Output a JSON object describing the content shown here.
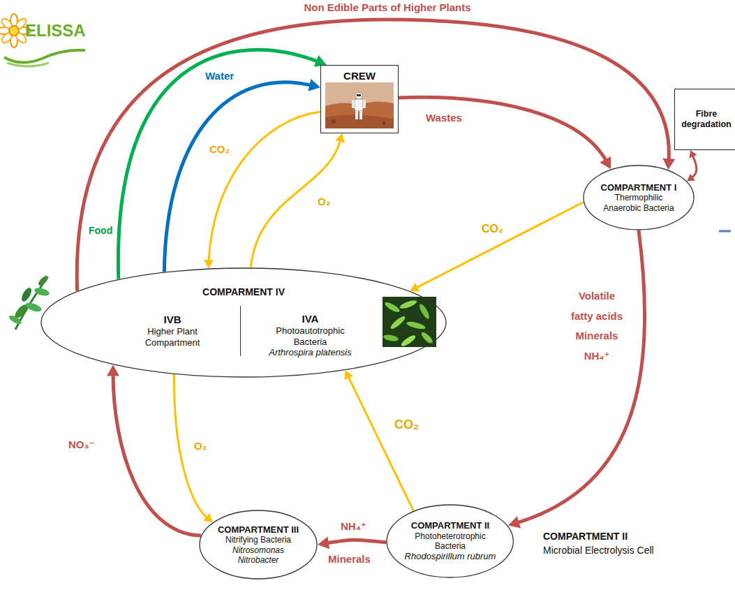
{
  "diagram": {
    "nodes": [
      {
        "text": [
          "CREW"
        ]
      },
      {
        "text": [
          "Fibre degradation"
        ]
      },
      {
        "text": [
          "COMPARTMENT I",
          "Thermophilic Anaerobic Bacteria"
        ]
      },
      {
        "text": [
          "COMPARMENT IV"
        ]
      },
      {
        "text": [
          "IVB",
          "Higher Plant Compartment"
        ],
        "in": 3
      },
      {
        "text": [
          "IVA",
          "Photoautotrophic Bacteria",
          "Arthrospira platensis"
        ],
        "in": 3
      },
      {
        "text": [
          "COMPARTMENT III",
          "Nitrifying Bacteria",
          "Nitrosomonas Nitrobacter"
        ]
      },
      {
        "text": [
          "COMPARTMENT II",
          "Photoheterotrophic Bacteria",
          "Rhodospirillum rubrum"
        ]
      }
    ],
    "edges": [
      {
        "from": 3,
        "to": 2,
        "arrow": "to",
        "label": "Non Edible Parts of Higher Plants"
      },
      {
        "from": 3,
        "to": 0,
        "arrow": "to",
        "label": "Food"
      },
      {
        "from": 3,
        "to": 0,
        "arrow": "to",
        "label": "Water"
      },
      {
        "from": 0,
        "to": 3,
        "arrow": "to",
        "label": "CO₂"
      },
      {
        "from": 3,
        "to": 0,
        "arrow": "to",
        "label": "O₂"
      },
      {
        "from": 0,
        "to": 2,
        "arrow": "to",
        "label": "Wastes"
      },
      {
        "from": 1,
        "to": 2,
        "arrow": "both"
      },
      {
        "from": 2,
        "to": 3,
        "arrow": "to",
        "label": "CO₂"
      },
      {
        "from": 2,
        "to": 7,
        "arrow": "to",
        "label": "Volatile fatty acids Minerals NH₄⁺"
      },
      {
        "from": 7,
        "to": 3,
        "arrow": "to",
        "label": "CO₂"
      },
      {
        "from": 7,
        "to": 6,
        "arrow": "to",
        "label": "NH₄⁺"
      },
      {
        "from": 6,
        "to": 3,
        "arrow": "to",
        "label": "NO₃⁻"
      },
      {
        "from": 3,
        "to": 6,
        "arrow": "to",
        "label": "O₂"
      }
    ],
    "labels": [
      "ELISSA",
      "Minerals",
      "COMPARTMENT II",
      "Microbial Electrolysis Cell"
    ]
  }
}
